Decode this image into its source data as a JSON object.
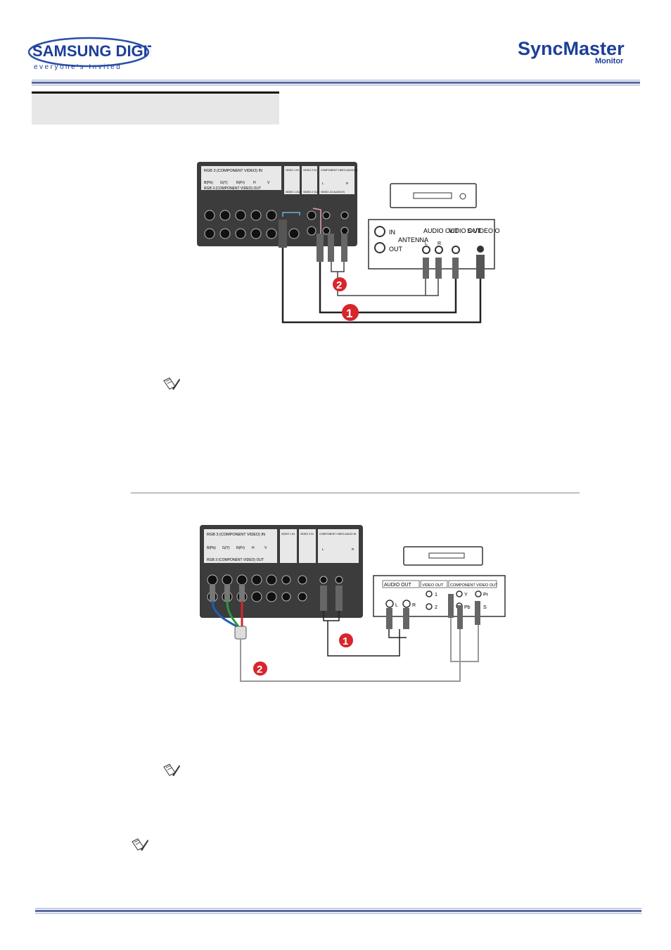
{
  "header": {
    "brand_logo_text": "SAMSUNG DIGITall",
    "brand_tagline": "everyone's Invited",
    "product_logo_text": "SyncMaster",
    "product_logo_sub": "Monitor"
  },
  "diagram1": {
    "panel_labels": {
      "rgb_in": "RGB 3 (COMPONENT VIDEO) IN",
      "rgb_out": "RGB 3 (COMPONENT VIDEO) OUT",
      "bpb": "B(Pb)",
      "gy": "G(Y)",
      "rpr": "R(Pr)",
      "h": "H",
      "v": "V",
      "video1_in": "VIDEO 1 IN",
      "video2_in": "VIDEO 2 IN",
      "component_audio": "COMPONENT VIDEO AUDIO IN",
      "video1_out": "VIDEO 1 OUT",
      "video2_out": "VIDEO 2 OUT",
      "audio_out_panel": "VIDEO 1/2 AUDIO IN",
      "l": "L",
      "r": "R"
    },
    "device_labels": {
      "in": "IN",
      "antenna": "ANTENNA",
      "out": "OUT",
      "audio_out": "AUDIO OUT",
      "audio_l": "L",
      "audio_r": "R",
      "video_out": "VIDIO OUT",
      "svideo_out": "S-VIDEO OUT"
    },
    "markers": [
      "1",
      "2"
    ]
  },
  "diagram2": {
    "panel_labels": {
      "rgb_in": "RGB 3 (COMPONENT VIDEO) IN",
      "rgb_out": "RGB 3 (COMPONENT VIDEO) OUT",
      "bpb": "B(Pb)",
      "gy": "G(Y)",
      "rpr": "R(Pr)",
      "h": "H",
      "v": "V",
      "video1_in": "VIDEO 1 IN",
      "video2_in": "VIDEO 2 IN",
      "component_audio": "COMPONENT VIDEO AUDIO IN",
      "l": "L",
      "r": "R"
    },
    "device_labels": {
      "audio_out": "AUDIO OUT",
      "video_out": "VIDEO OUT",
      "component_out": "COMPONENT VIDEO OUT",
      "l": "L",
      "r": "R",
      "v1": "1",
      "v2": "2",
      "y": "Y",
      "pb": "Pb",
      "pr": "Pr",
      "s": "S"
    },
    "markers": [
      "1",
      "2"
    ]
  },
  "colors": {
    "rule_dark": "#5a6aa0",
    "rule_light": "#c7cfe6",
    "panel": "#3c3c3c",
    "marker": "#d8252b",
    "cable_blue": "#1f5fb0",
    "cable_green": "#2a9a3a",
    "cable_red": "#d02828"
  }
}
